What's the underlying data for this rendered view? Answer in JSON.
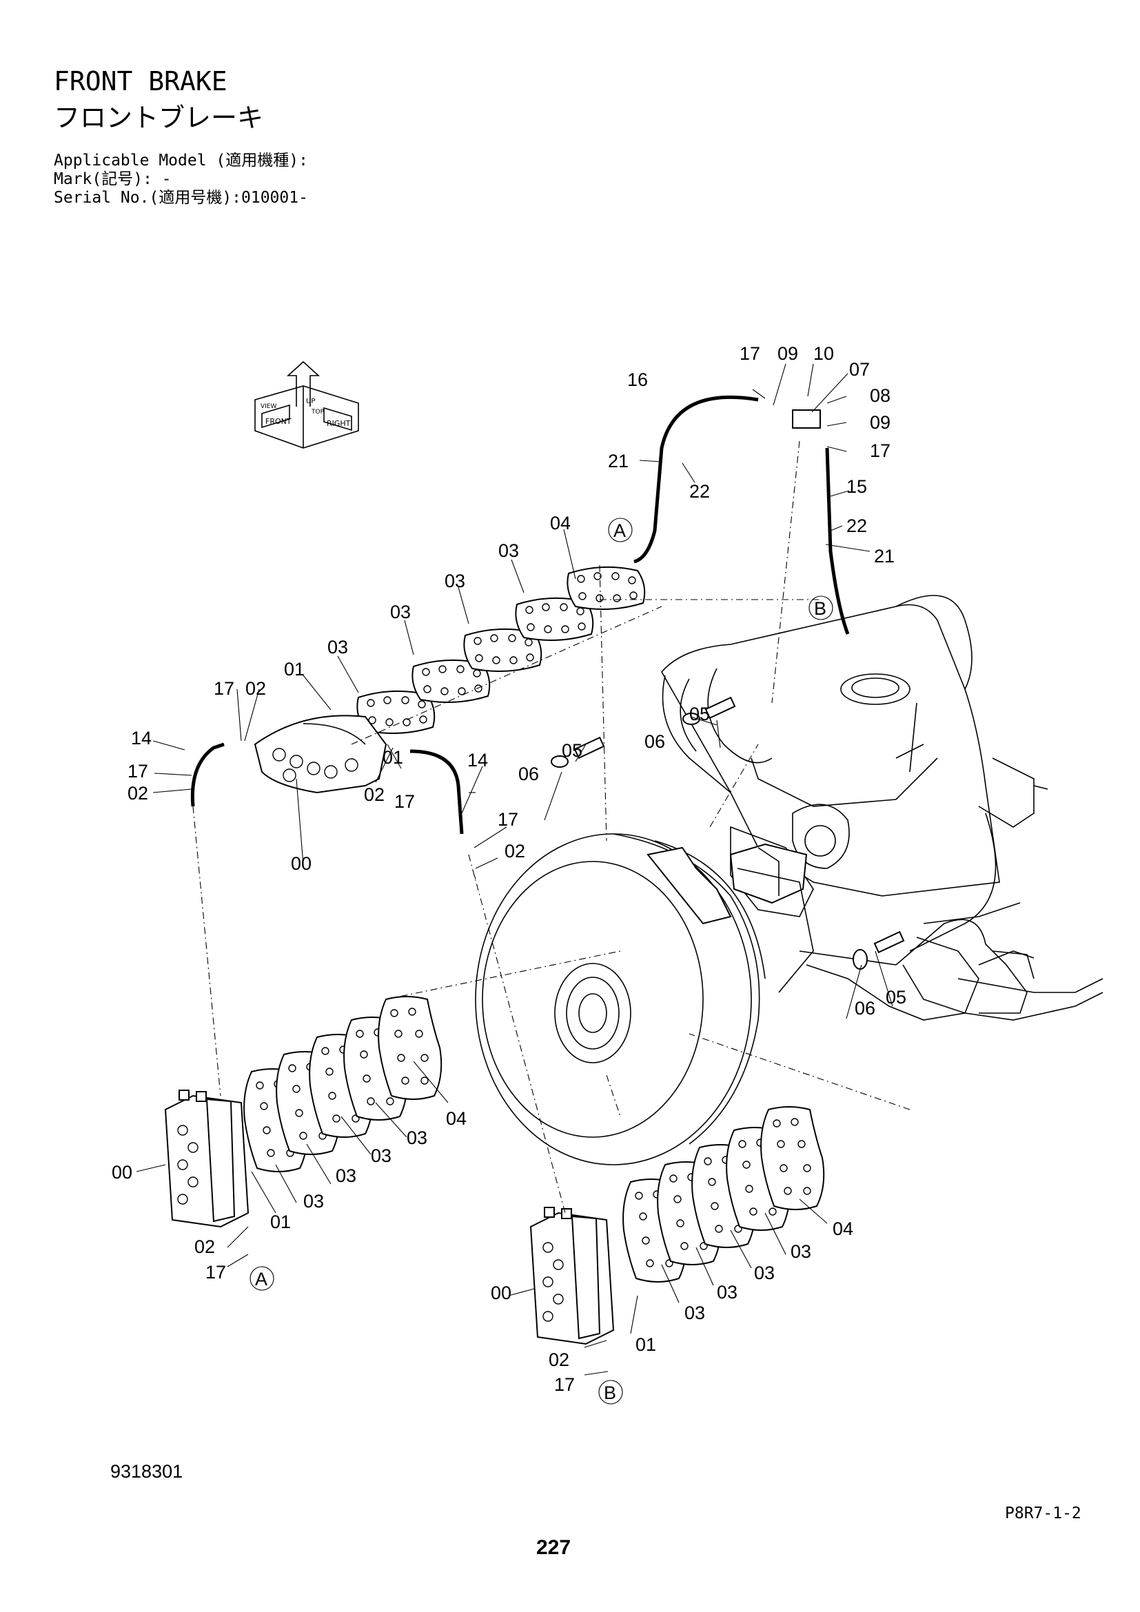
{
  "header": {
    "title_en": "FRONT BRAKE",
    "title_ja": "フロントブレーキ",
    "applicable_model": "Applicable Model (適用機種):",
    "mark": "Mark(記号): -",
    "serial_no": "Serial No.(適用号機):010001-"
  },
  "orientation": {
    "up": "UP",
    "front": "FRONT",
    "right": "RIGHT",
    "top": "TOP",
    "view": "VIEW"
  },
  "refs": {
    "a": "A",
    "b": "B"
  },
  "labels": {
    "n00": "00",
    "n01": "01",
    "n02": "02",
    "n03": "03",
    "n04": "04",
    "n05": "05",
    "n06": "06",
    "n07": "07",
    "n08": "08",
    "n09": "09",
    "n10": "10",
    "n14": "14",
    "n15": "15",
    "n16": "16",
    "n17": "17",
    "n21": "21",
    "n22": "22"
  },
  "footer": {
    "drawing_no": "9318301",
    "page_code": "P8R7-1-2",
    "page_no": "227"
  }
}
